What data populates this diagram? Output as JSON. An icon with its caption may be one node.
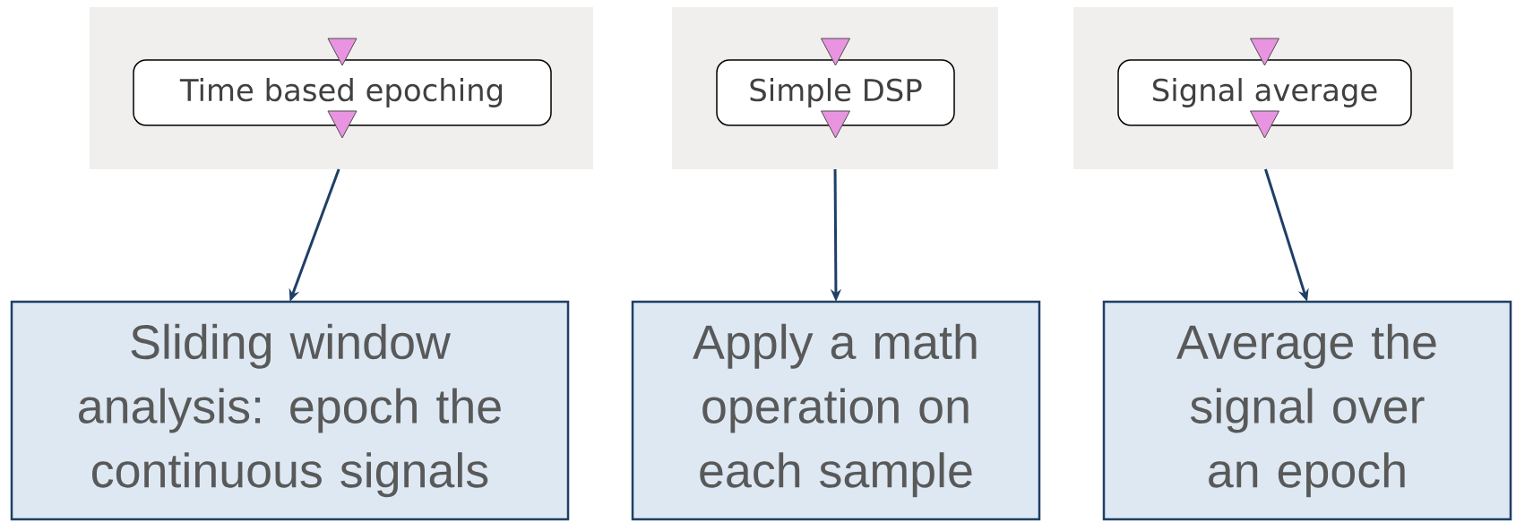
{
  "diagram": {
    "nodes": [
      {
        "text": [],
        "shape": "box"
      },
      {
        "text": [
          "Time based epoching"
        ],
        "in": 0
      },
      {
        "text": [],
        "shape": "box"
      },
      {
        "text": [
          "Simple DSP"
        ],
        "in": 2
      },
      {
        "text": [],
        "shape": "box"
      },
      {
        "text": [
          "Signal average"
        ],
        "in": 4
      },
      {
        "text": [
          "Sliding window analysis: epoch the continuous signals"
        ]
      },
      {
        "text": [
          "Apply a math operation on each sample"
        ]
      },
      {
        "text": [
          "Average the signal over an epoch"
        ]
      }
    ],
    "edges": [
      {
        "from": 0,
        "to": 6,
        "arrow": "to"
      },
      {
        "from": 2,
        "to": 7,
        "arrow": "to"
      },
      {
        "from": 4,
        "to": 8,
        "arrow": "to"
      }
    ]
  }
}
